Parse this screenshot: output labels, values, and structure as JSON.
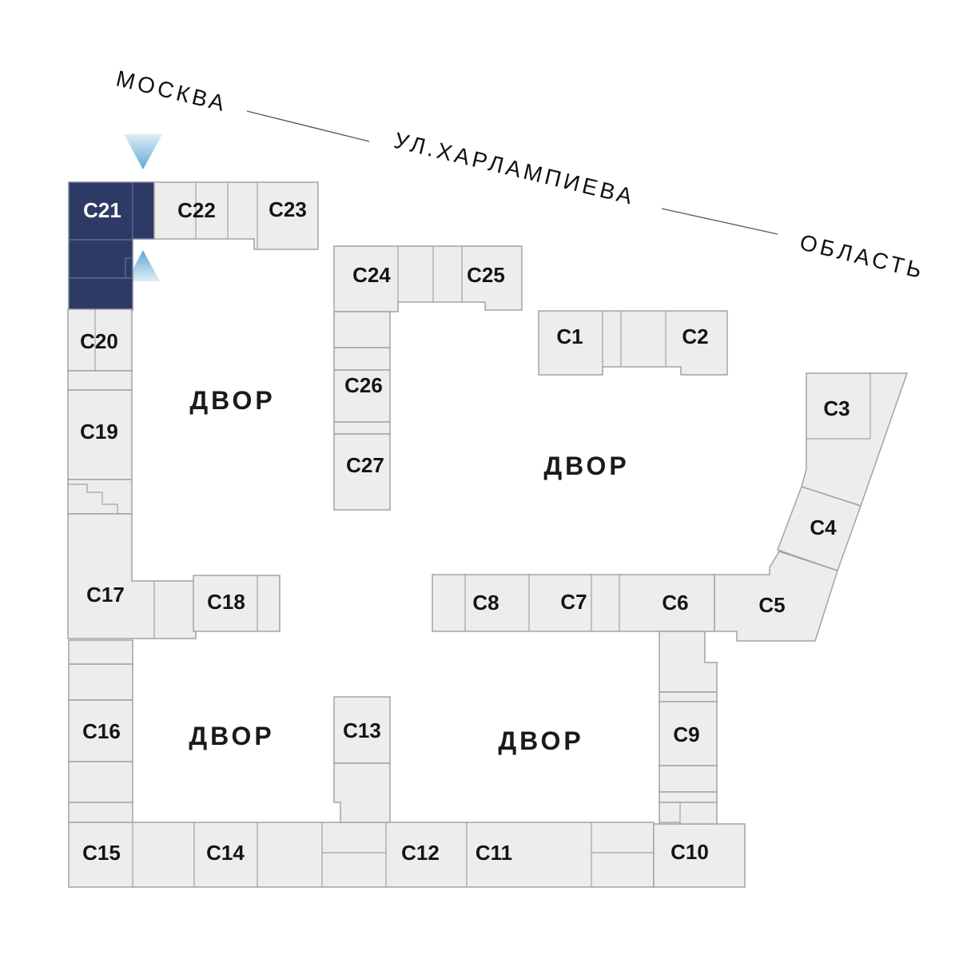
{
  "streets": {
    "moskva": "МОСКВА",
    "kharlampieva": "УЛ.ХАРЛАМПИЕВА",
    "oblast": "ОБЛАСТЬ"
  },
  "courtyard": {
    "label": "ДВОР"
  },
  "buildings": {
    "c1": {
      "label": "С1"
    },
    "c2": {
      "label": "С2"
    },
    "c3": {
      "label": "С3"
    },
    "c4": {
      "label": "С4"
    },
    "c5": {
      "label": "С5"
    },
    "c6": {
      "label": "С6"
    },
    "c7": {
      "label": "С7"
    },
    "c8": {
      "label": "С8"
    },
    "c9": {
      "label": "С9"
    },
    "c10": {
      "label": "С10"
    },
    "c11": {
      "label": "С11"
    },
    "c12": {
      "label": "С12"
    },
    "c13": {
      "label": "С13"
    },
    "c14": {
      "label": "С14"
    },
    "c15": {
      "label": "С15"
    },
    "c16": {
      "label": "С16"
    },
    "c17": {
      "label": "С17"
    },
    "c18": {
      "label": "С18"
    },
    "c19": {
      "label": "С19"
    },
    "c20": {
      "label": "С20"
    },
    "c21": {
      "label": "С21",
      "selected": true
    },
    "c22": {
      "label": "С22"
    },
    "c23": {
      "label": "С23"
    },
    "c24": {
      "label": "С24"
    },
    "c25": {
      "label": "С25"
    },
    "c26": {
      "label": "С26"
    },
    "c27": {
      "label": "С27"
    }
  },
  "colors": {
    "selected_fill": "#2e3a66",
    "selected_text": "#ffffff",
    "building_fill": "#ededed",
    "building_stroke": "#a3a3a3",
    "label_color": "#141414",
    "arrow_strong": "#63a7cf",
    "arrow_light": "#ddeef7",
    "street_line": "#5a5a5a"
  }
}
